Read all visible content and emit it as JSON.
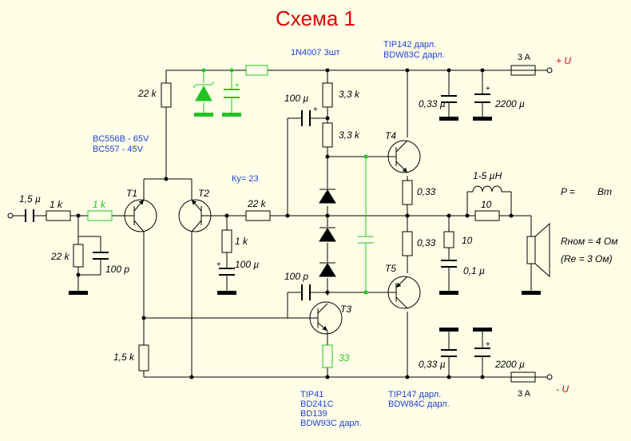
{
  "title": "Схема 1",
  "ku": "Ку= 23",
  "transistors": {
    "t1_label": "T1",
    "t2_label": "T2",
    "t3_label": "T3",
    "t4_label": "T4",
    "t5_label": "T5",
    "input_pair_line1": "BC556B - 65V",
    "input_pair_line2": "BC557 - 45V",
    "t3_types": [
      "TIP41",
      "BD241C",
      "BD139",
      "BDW93C дарл."
    ],
    "t4_types": [
      "TIP142 дарл.",
      "BDW83C дарл."
    ],
    "t5_types": [
      "TIP147 дарл.",
      "BDW84C дарл."
    ]
  },
  "diodes_note": "1N4007 3шт",
  "components": {
    "c_in": "1,5 µ",
    "r_in": "1 k",
    "r_green": "1 k",
    "r_bias": "22 k",
    "c_filter": "100 p",
    "r_top": "22 k",
    "r_fb": "22 k",
    "r_fb_gnd": "1 k",
    "c_fb": "100 µ",
    "c_boot": "100 µ",
    "r_33a": "3,3 k",
    "r_33b": "3,3 k",
    "c_miller": "100 p",
    "r_emitter_t4": "0,33",
    "r_emitter_t5": "0,33",
    "r_t3": "33",
    "r_tail": "1,5 k",
    "r_zobel": "10",
    "c_zobel": "0,1 µ",
    "inductor": "1-5 µH",
    "r_parallel": "10",
    "c_top_small": "0,33 µ",
    "c_top_big": "2200 µ",
    "c_bot_small": "0,33 µ",
    "c_bot_big": "2200 µ",
    "fuse_top": "3 A",
    "fuse_bottom": "3 A"
  },
  "supply": {
    "plus": "+ U",
    "minus": "- U"
  },
  "output": {
    "power_label": "P =",
    "power_unit": "Вт",
    "rnom": "Rном = 4 Ом",
    "re": "(Re = 3 Ом)"
  },
  "colors": {
    "title": "#e00000",
    "wire": "#000000",
    "accent": "#22c422",
    "note": "#1d3fd6",
    "background": "#ffffe8"
  }
}
